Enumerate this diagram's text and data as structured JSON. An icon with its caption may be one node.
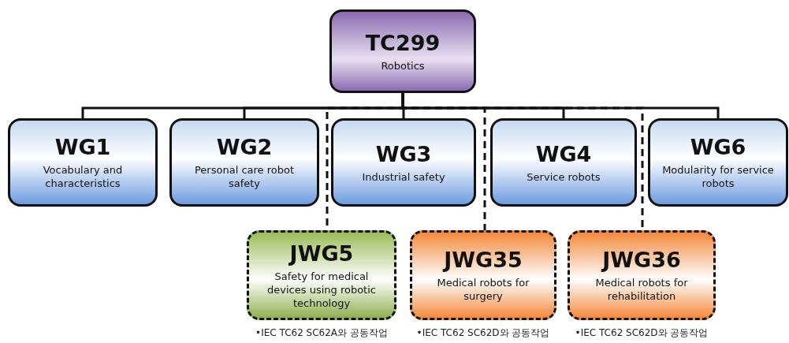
{
  "diagram": {
    "nodes": [
      {
        "text": [
          "TC299",
          "Robotics"
        ]
      },
      {
        "text": [
          "WG1",
          "Vocabulary and characteristics"
        ]
      },
      {
        "text": [
          "WG2",
          "Personal care robot safety"
        ]
      },
      {
        "text": [
          "WG3",
          "Industrial safety"
        ]
      },
      {
        "text": [
          "WG4",
          "Service robots"
        ]
      },
      {
        "text": [
          "WG6",
          "Modularity for service robots"
        ]
      },
      {
        "text": [
          "JWG5",
          "Safety for medical devices using robotic technology"
        ],
        "beside": [
          "•IEC TC62 SC62A와 공동작업"
        ]
      },
      {
        "text": [
          "JWG35",
          "Medical robots for surgery"
        ],
        "beside": [
          "•IEC TC62 SC62D와 공동작업"
        ]
      },
      {
        "text": [
          "JWG36",
          "Medical robots for rehabilitation"
        ],
        "beside": [
          "•IEC TC62 SC62D와 공동작업"
        ]
      }
    ],
    "edges": [
      {
        "from": 0,
        "to": 1,
        "arrow": "none"
      },
      {
        "from": 0,
        "to": 2,
        "arrow": "none"
      },
      {
        "from": 0,
        "to": 3,
        "arrow": "none"
      },
      {
        "from": 0,
        "to": 4,
        "arrow": "none"
      },
      {
        "from": 0,
        "to": 5,
        "arrow": "none"
      },
      {
        "from": 0,
        "to": 6,
        "arrow": "none",
        "style": "dashed"
      },
      {
        "from": 0,
        "to": 7,
        "arrow": "none",
        "style": "dashed"
      },
      {
        "from": 0,
        "to": 8,
        "arrow": "none",
        "style": "dashed"
      }
    ]
  }
}
